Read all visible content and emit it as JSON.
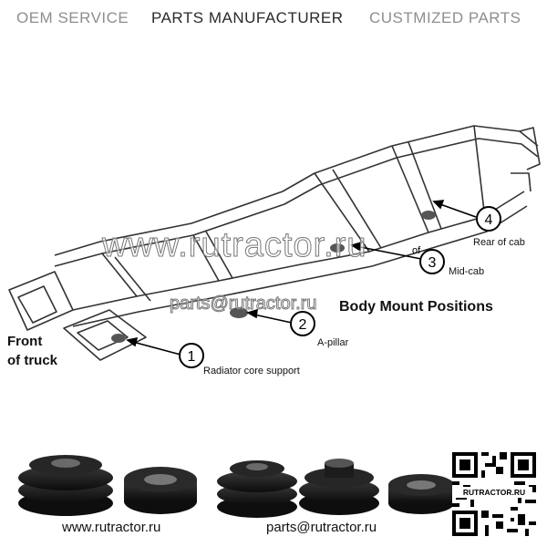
{
  "header": {
    "oem": "OEM SERVICE",
    "parts": "PARTS MANUFACTURER",
    "custom": "CUSTMIZED PARTS"
  },
  "diagram": {
    "title": "Body Mount Positions",
    "front_line1": "Front",
    "front_line2": "of truck",
    "positions": [
      {
        "num": "1",
        "label": "Radiator core support"
      },
      {
        "num": "2",
        "label": "A-pillar"
      },
      {
        "num": "3",
        "label": "Mid-cab"
      },
      {
        "num": "4",
        "label": "Rear of cab"
      }
    ],
    "frame_tag": "of"
  },
  "watermark": {
    "site": "www.rutractor.ru",
    "email": "parts@rutractor.ru"
  },
  "footer": {
    "site": "www.rutractor.ru",
    "email": "parts@rutractor.ru"
  },
  "qr": {
    "label": "RUTRACTOR.RU"
  },
  "colors": {
    "rubber": "#161616",
    "frame_line": "#333333",
    "header_gray": "#8e8e8e"
  }
}
